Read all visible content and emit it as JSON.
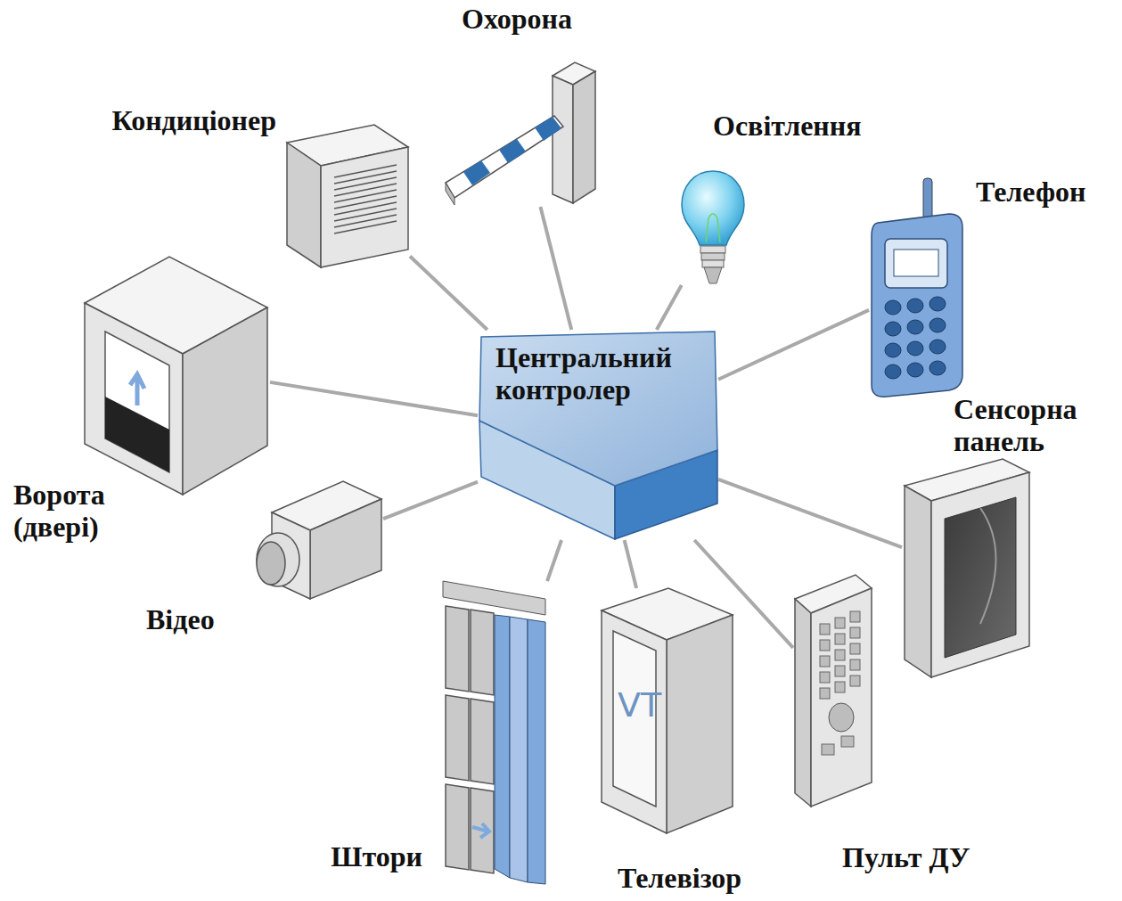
{
  "diagram": {
    "nodes": [
      {
        "text": [
          "Охорона"
        ]
      },
      {
        "text": [
          "Кондиціонер"
        ]
      },
      {
        "text": [
          "Освітлення"
        ]
      },
      {
        "text": [
          "Телефон"
        ]
      },
      {
        "text": [
          "Центральний контролер"
        ]
      },
      {
        "text": [
          "Сенсорна панель"
        ]
      },
      {
        "text": [
          "Ворота (двері)"
        ]
      },
      {
        "text": [
          "Відео"
        ]
      },
      {
        "text": [
          "Штори"
        ]
      },
      {
        "text": [
          "Пульт ДУ"
        ]
      },
      {
        "text": [
          "Телевізор"
        ]
      }
    ],
    "edges": [
      {
        "from": 0,
        "to": 4,
        "arrow": "none"
      },
      {
        "from": 1,
        "to": 4,
        "arrow": "none"
      },
      {
        "from": 2,
        "to": 4,
        "arrow": "none"
      },
      {
        "from": 3,
        "to": 4,
        "arrow": "none"
      },
      {
        "from": 5,
        "to": 4,
        "arrow": "none"
      },
      {
        "from": 6,
        "to": 4,
        "arrow": "none"
      },
      {
        "from": 7,
        "to": 4,
        "arrow": "none"
      },
      {
        "from": 8,
        "to": 4,
        "arrow": "none"
      },
      {
        "from": 9,
        "to": 4,
        "arrow": "none"
      },
      {
        "from": 10,
        "to": 4,
        "arrow": "none"
      }
    ],
    "labels": [
      "VT"
    ]
  }
}
